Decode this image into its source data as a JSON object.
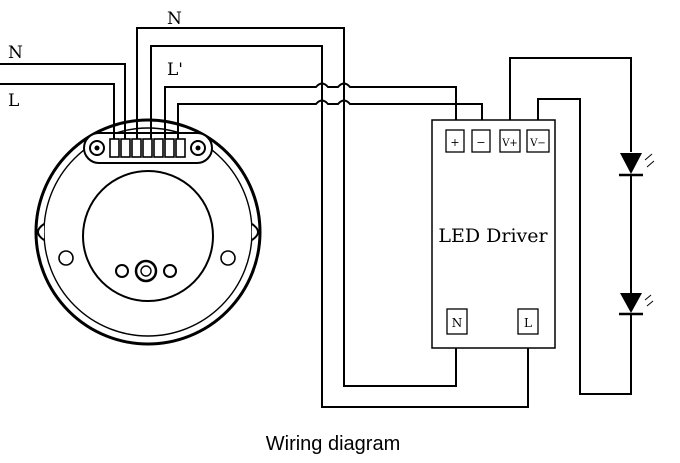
{
  "diagram": {
    "caption": "Wiring diagram",
    "wire_labels": {
      "n_top": "N",
      "n_left": "N",
      "l_left": "L",
      "l_prime": "L'"
    },
    "driver": {
      "title": "LED Driver",
      "out_terminals": [
        "+",
        "−",
        "V+",
        "V−"
      ],
      "in_terminal_n": "N",
      "in_terminal_l": "L"
    },
    "colors": {
      "line": "#000000",
      "background": "#ffffff"
    }
  }
}
